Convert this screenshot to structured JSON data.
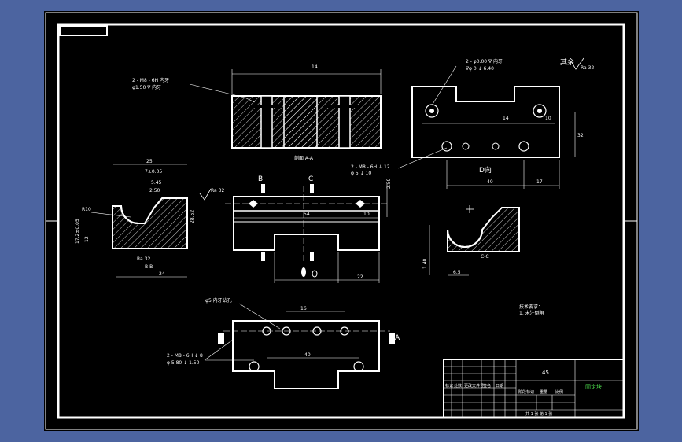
{
  "drawing": {
    "views": {
      "section_aa_label": "剖面 A-A",
      "view_d_label": "D向",
      "section_cc_label": "C-C",
      "section_bb_label": "B-B"
    },
    "cutting_planes": {
      "a": "A",
      "b": "B",
      "c": "C"
    },
    "notes": {
      "slot_callout_1": "2 - M8 - 6H 内牙",
      "slot_callout_2": "φ1.50 ∇ 内牙",
      "hole_callout_1": "2 - φ0.00 ∇ 内牙",
      "hole_callout_2": "∇φ 0 ↓ 6.40",
      "thread_callout_1": "2 - M8 - 6H ↓ 12",
      "thread_callout_2": "φ 5 ↓ 10",
      "bottom_thread_1": "2 - M8 - 6H ↓ 8",
      "bottom_thread_2": "φ 5.80 ↓ 1.50",
      "pin_hole_note": "φ5 内牙钻孔",
      "roughness_all": "其余",
      "roughness_value": "Ra 32",
      "tech_req_title": "技术要求：",
      "tech_req_1": "1. 未注倒角"
    },
    "dimensions": {
      "top_width": "14",
      "right_span": "14",
      "right_small": "10",
      "right_vertical": "32",
      "right_bottom_1": "40",
      "right_bottom_2": "17",
      "left_width": "25",
      "left_a": "7±0.05",
      "left_b": "5.45",
      "left_c": "2.50",
      "left_d": "28.52",
      "left_e": "17.2±0.05",
      "left_f": "12",
      "left_r": "R10",
      "left_bottom": "24",
      "front_length": "54",
      "front_small": "10",
      "front_height": "2.50",
      "front_bottom": "22",
      "cc_height": "1.40",
      "cc_width": "6.5",
      "bottom_mid": "16",
      "bottom_span": "40"
    },
    "title_block": {
      "material": "45",
      "part_name": "固定块",
      "row_labels": [
        "标记",
        "处数",
        "更改文件号",
        "签名",
        "日期"
      ],
      "row_labels_2": [
        "阶段标记",
        "重量",
        "比例"
      ],
      "sheet_info": "共 1 张   第 1 张"
    }
  }
}
